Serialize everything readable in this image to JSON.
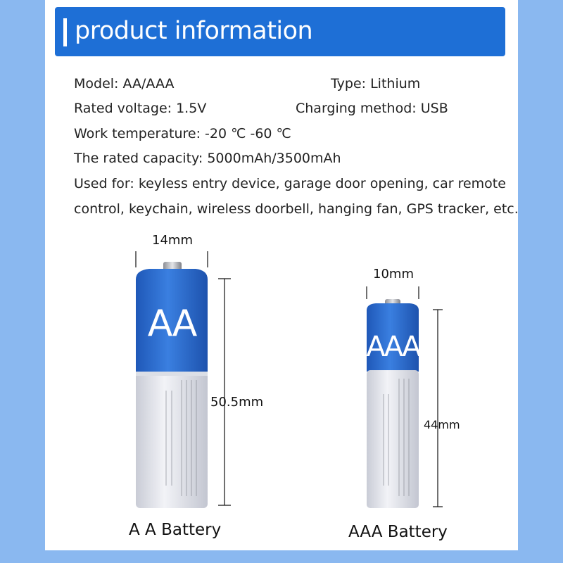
{
  "header": {
    "title": "product information"
  },
  "specs": {
    "model": "Model: AA/AAA",
    "type": "Type: Lithium",
    "voltage": "Rated voltage: 1.5V",
    "charging": "Charging method: USB",
    "temperature": "Work temperature: -20 ℃ -60 ℃",
    "capacity": "The rated capacity: 5000mAh/3500mAh",
    "used_for_line1": "Used for: keyless entry device, garage door opening, car remote",
    "used_for_line2": "control, keychain, wireless doorbell, hanging fan, GPS tracker, etc."
  },
  "aa": {
    "width_label": "14mm",
    "height_label": "50.5mm",
    "body_text": "AA",
    "name": "A A Battery"
  },
  "aaa": {
    "width_label": "10mm",
    "height_label": "44mm",
    "body_text": "AAA",
    "name": "AAA  Battery"
  },
  "colors": {
    "accent": "#1e6fd6",
    "battery_blue": "#2a6bd0",
    "battery_white": "#e6e8ee",
    "background": "#8ab8f0"
  },
  "icons": [
    "aa-battery-icon",
    "aaa-battery-icon"
  ]
}
